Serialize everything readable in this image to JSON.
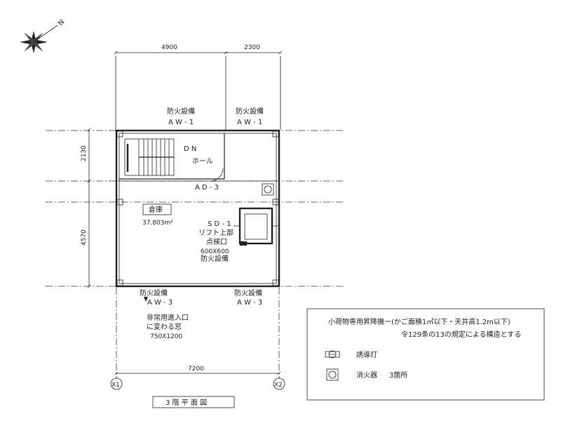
{
  "dimensions": {
    "top_left": "4900",
    "top_right": "2300",
    "bottom": "7200",
    "left_upper": "2130",
    "left_lower": "4570"
  },
  "compass": {
    "north_label": "N"
  },
  "labels": {
    "fire_top_left": "防火設備",
    "aw1_left": "A W - 1",
    "fire_top_right": "防火設備",
    "aw1_right": "A W - 1",
    "dn": "D N",
    "hall": "ホール",
    "ad3": "A D - 3",
    "storage": "倉庫",
    "storage_area": "37.803m²",
    "sd1": "S D - 1",
    "lift_top": "リフト上部",
    "inspection": "点検口",
    "size": "600X600",
    "fire_center": "防火設備",
    "fire_bottom_left": "防火設備",
    "aw3_left": "A W - 3",
    "fire_bottom_right": "防火設備",
    "aw3_right": "A W - 3",
    "emergency_1": "非常用進入口",
    "emergency_2": "に変わる窓",
    "emergency_3": "750X1200"
  },
  "grid": {
    "x1": "X1",
    "x2": "X2"
  },
  "title": "3 階 平 面 図",
  "legend": {
    "heading": "小荷物専用昇降機ー(かご面積1㎡以下・天井高1.2m以下)",
    "subheading": "令129条の13の規定による構造とする",
    "guide_light": "誘導灯",
    "extinguisher": "消火器",
    "extinguisher_count": "3箇所"
  }
}
